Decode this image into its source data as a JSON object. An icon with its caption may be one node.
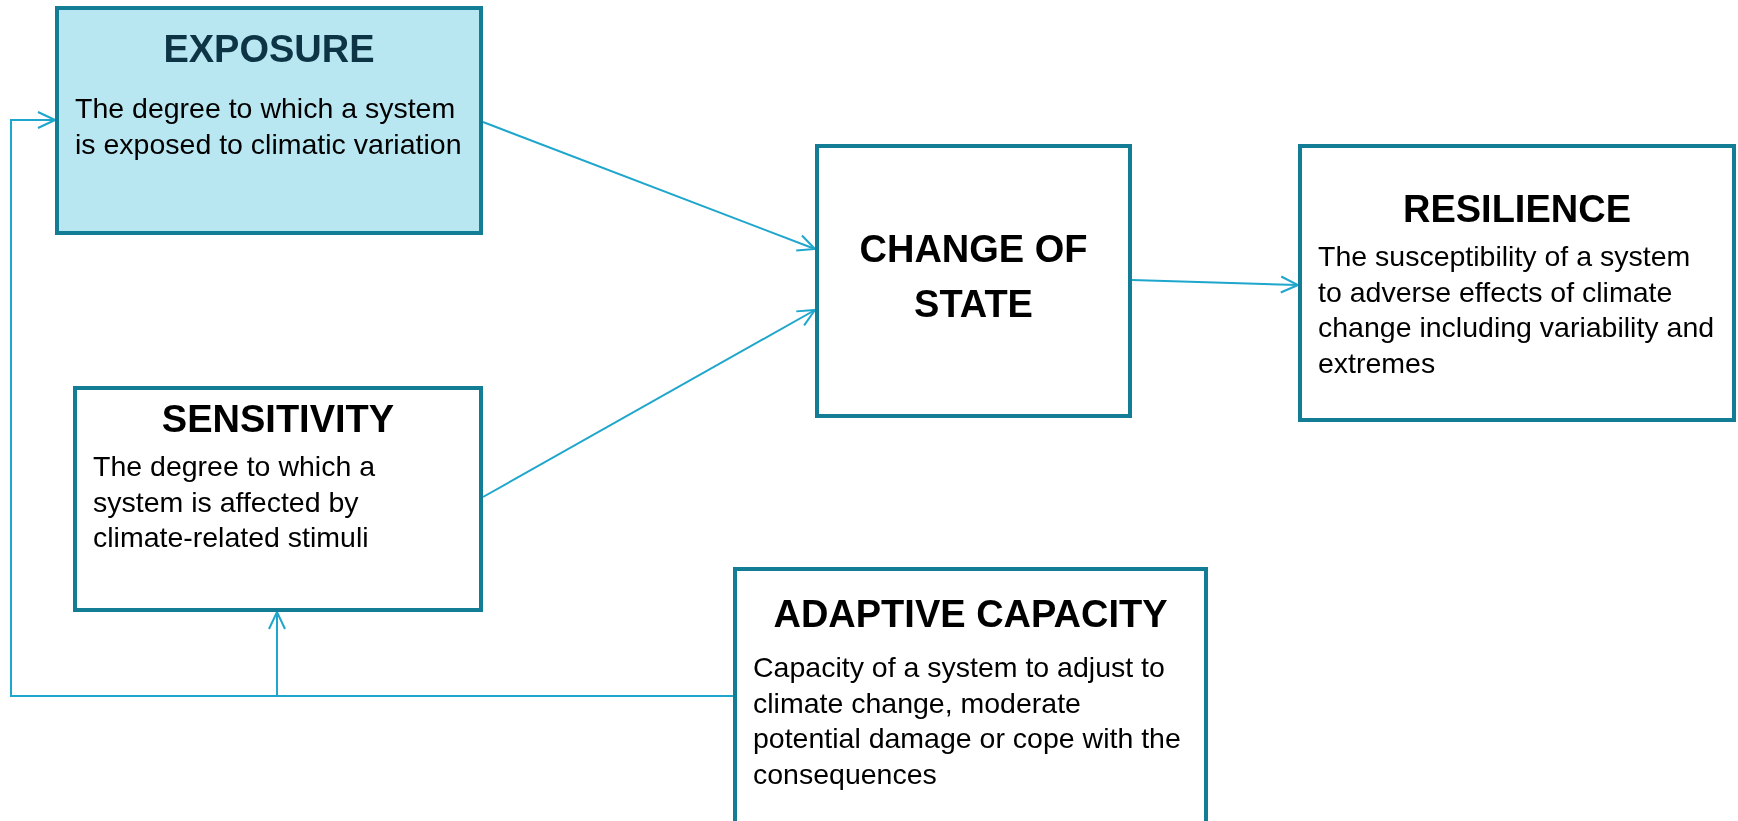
{
  "diagram": {
    "nodes": [
      {
        "text": [
          "EXPOSURE",
          "The  degree to which a system is exposed to climatic variation"
        ]
      },
      {
        "text": [
          "SENSITIVITY",
          "The degree to which a system is affected by climate-related stimuli"
        ]
      },
      {
        "text": [
          "CHANGE OF STATE"
        ]
      },
      {
        "text": [
          "RESILIENCE",
          "The susceptibility of a system to adverse effects of climate change including variability and extremes"
        ]
      },
      {
        "text": [
          "ADAPTIVE CAPACITY",
          "Capacity of a system to adjust to climate change, moderate potential damage or cope with the consequences"
        ]
      }
    ],
    "edges": [
      {
        "from": 0,
        "to": 2,
        "arrow": "to"
      },
      {
        "from": 1,
        "to": 2,
        "arrow": "to"
      },
      {
        "from": 2,
        "to": 3,
        "arrow": "to"
      },
      {
        "from": 4,
        "to": 1,
        "arrow": "to"
      },
      {
        "from": 4,
        "to": 0,
        "arrow": "to"
      }
    ]
  }
}
